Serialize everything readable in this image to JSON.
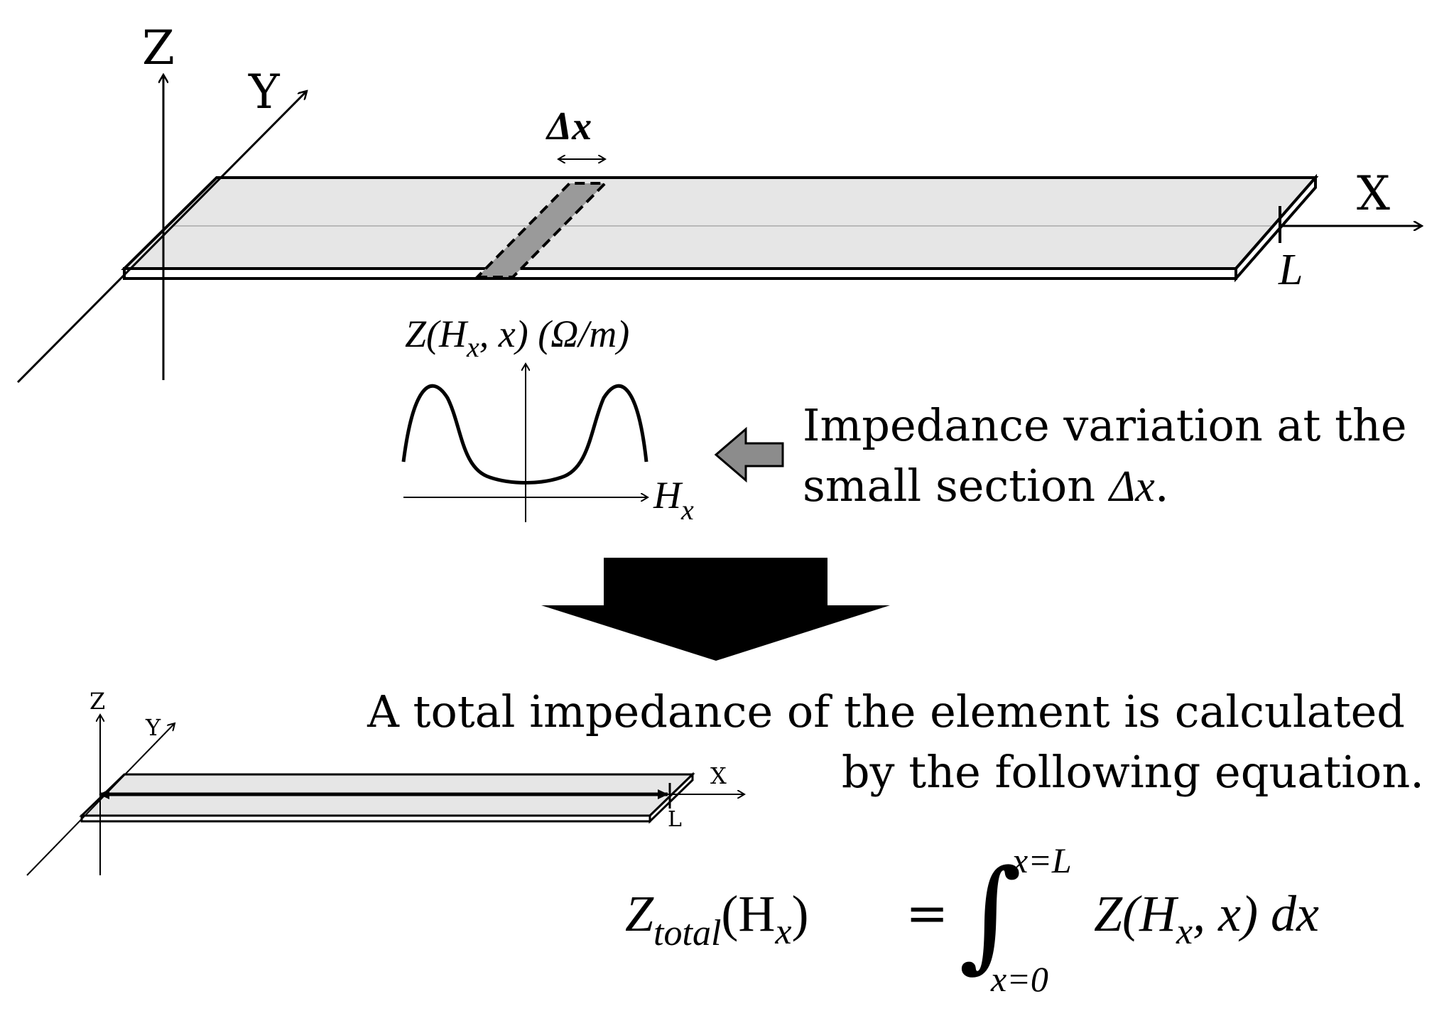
{
  "top_diagram": {
    "axis_z": "Z",
    "axis_y": "Y",
    "axis_x": "X",
    "length_label": "L",
    "section_label": "Δx"
  },
  "impedance_plot": {
    "ylabel": "Z(H",
    "ylabel_sub": "x",
    "ylabel_rest": ", x) (Ω/m)",
    "xlabel": "H",
    "xlabel_sub": "x"
  },
  "caption_variation": {
    "line1": "Impedance variation at the",
    "line2_prefix": "small section ",
    "line2_symbol": "Δx",
    "line2_suffix": "."
  },
  "bottom_diagram": {
    "axis_z": "Z",
    "axis_y": "Y",
    "axis_x": "X",
    "length_label": "L"
  },
  "caption_total": {
    "line1": "A total impedance of the element is calculated",
    "line2": "by the following equation."
  },
  "equation": {
    "lhs_main": "Z",
    "lhs_sub": "total",
    "lhs_arg_open": "(H",
    "lhs_arg_sub": "x",
    "lhs_arg_close": ")",
    "equals": "=",
    "integral": "∫",
    "upper_limit": "x=L",
    "lower_limit": "x=0",
    "integrand_open": "Z(H",
    "integrand_sub": "x",
    "integrand_close": ", x) dx"
  },
  "colors": {
    "strip_fill": "#e6e6e6",
    "section_fill": "#9a9a9a",
    "arrow_gray": "#8c8c8c",
    "arrow_black": "#000000"
  }
}
